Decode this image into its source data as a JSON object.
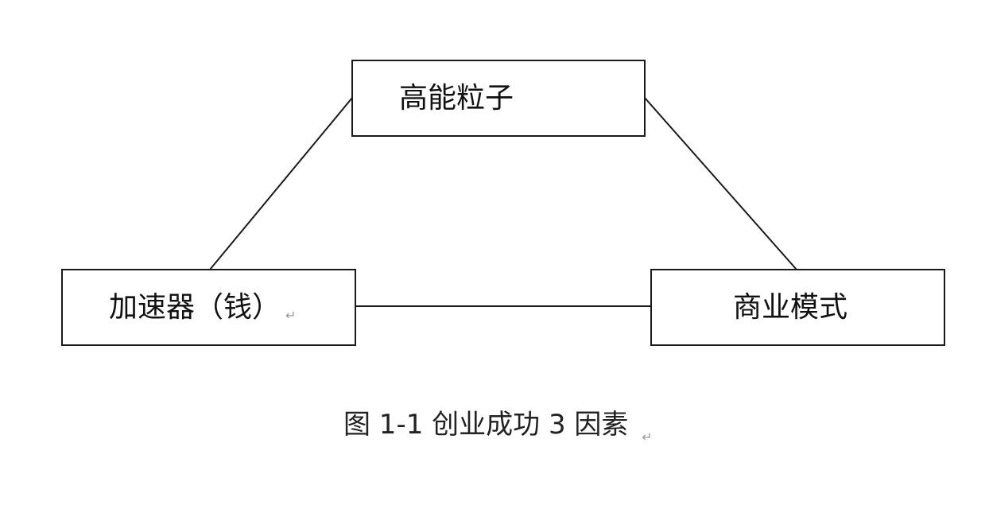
{
  "diagram": {
    "nodes": {
      "top": "高能粒子",
      "left": "加速器（钱）",
      "right": "商业模式"
    },
    "left_node_mark": "↵",
    "caption": "图 1-1  创业成功 3 因素",
    "caption_mark": "↵"
  }
}
